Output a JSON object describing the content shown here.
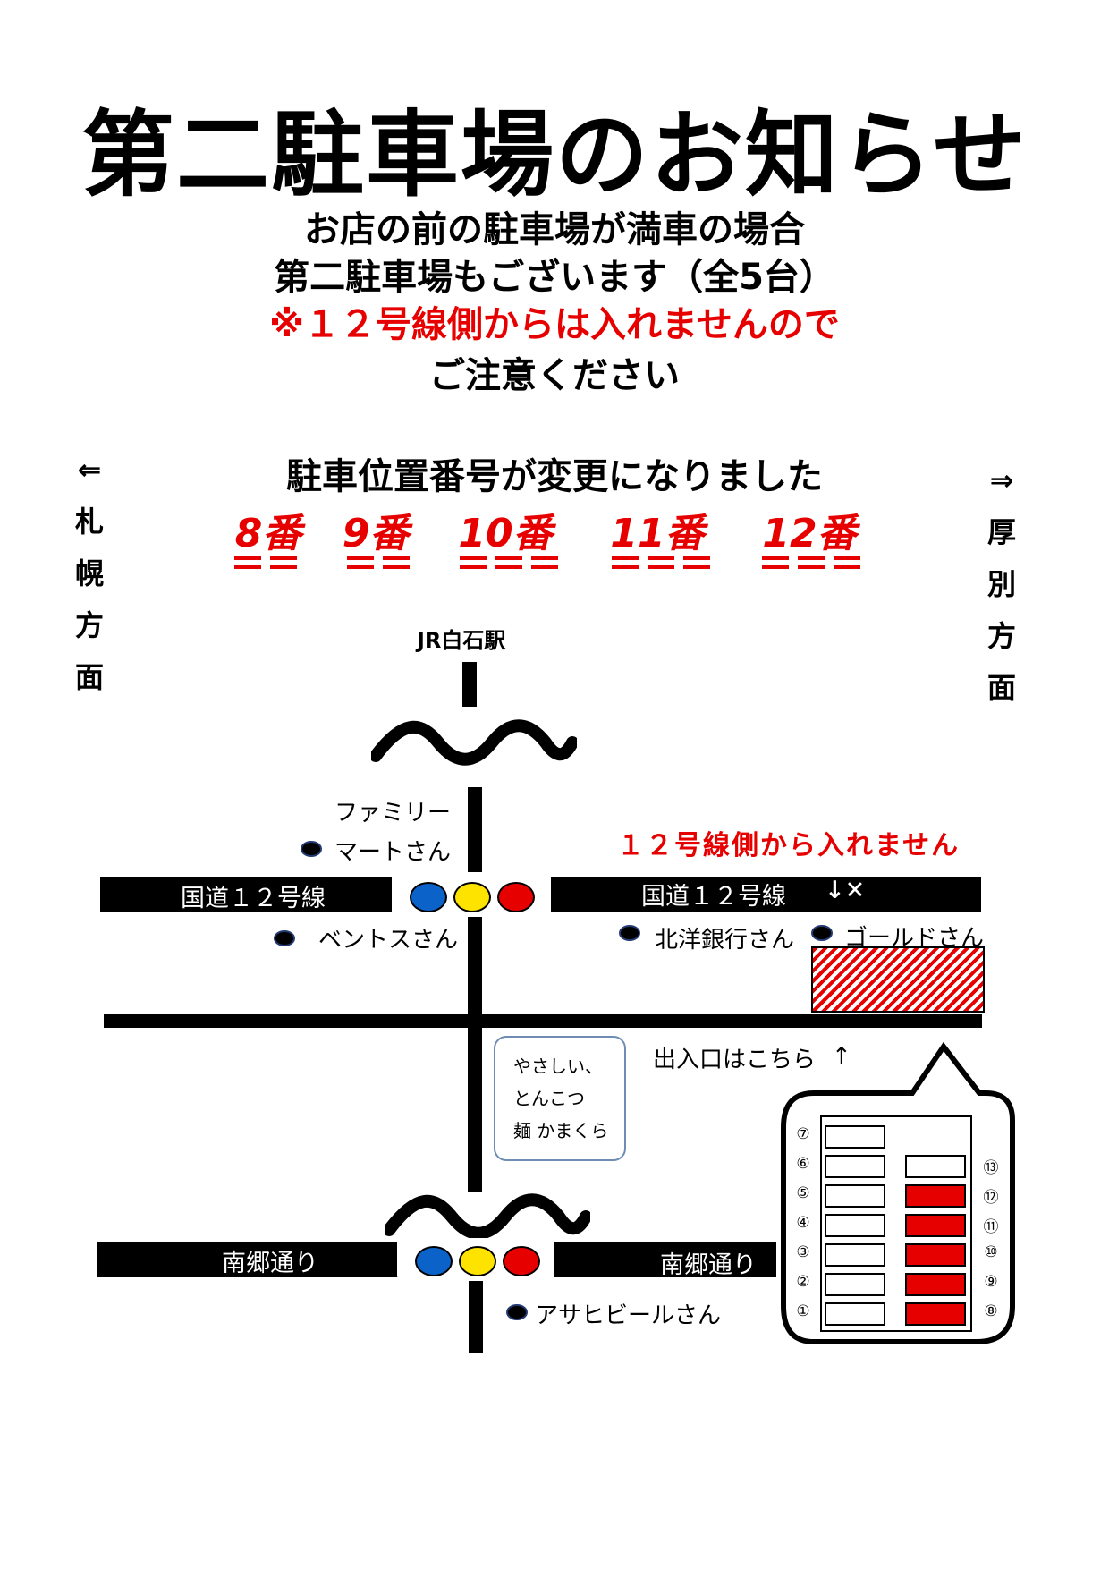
{
  "title": "第二駐車場のお知らせ",
  "intro": {
    "line1": "お店の前の駐車場が満車の場合",
    "line2": "第二駐車場もございます（全5台）",
    "line3": "※１２号線側からは入れませんので",
    "line4": "ご注意ください"
  },
  "left_direction": {
    "arrow": "⇐",
    "chars": [
      "札",
      "幌",
      "方",
      "面"
    ]
  },
  "right_direction": {
    "arrow": "⇒",
    "chars": [
      "厚",
      "別",
      "方",
      "面"
    ]
  },
  "changed_heading": "駐車位置番号が変更になりました",
  "numbers": [
    "8番",
    "9番",
    "10番",
    "11番",
    "12番"
  ],
  "map": {
    "station": "JR白石駅",
    "warning": "１２号線側から入れません",
    "route12_left": "国道１２号線",
    "route12_right": "国道１２号線",
    "no_entry_mark": "↓✕",
    "familymart_line1": "ファミリー",
    "familymart_line2": "マートさん",
    "bents": "ベントスさん",
    "hokuyo": "北洋銀行さん",
    "gold": "ゴールドさん",
    "entrance": "出入口はこちら",
    "entrance_arrow": "↑",
    "shop_line1": "やさしい、",
    "shop_line2": "とんこつ",
    "shop_line3": "麺 かまくら",
    "nango_left": "南郷通り",
    "nango_right": "南郷通り",
    "asahi": "アサヒビールさん"
  },
  "lot": {
    "left_numbers": [
      "⑦",
      "⑥",
      "⑤",
      "④",
      "③",
      "②",
      "①"
    ],
    "right_numbers": [
      "⑬",
      "⑫",
      "⑪",
      "⑩",
      "⑨",
      "⑧"
    ]
  },
  "colors": {
    "accent_red": "#e60000",
    "lamp_blue": "#0b63c9",
    "lamp_yellow": "#ffe300",
    "lamp_red": "#e60000"
  }
}
